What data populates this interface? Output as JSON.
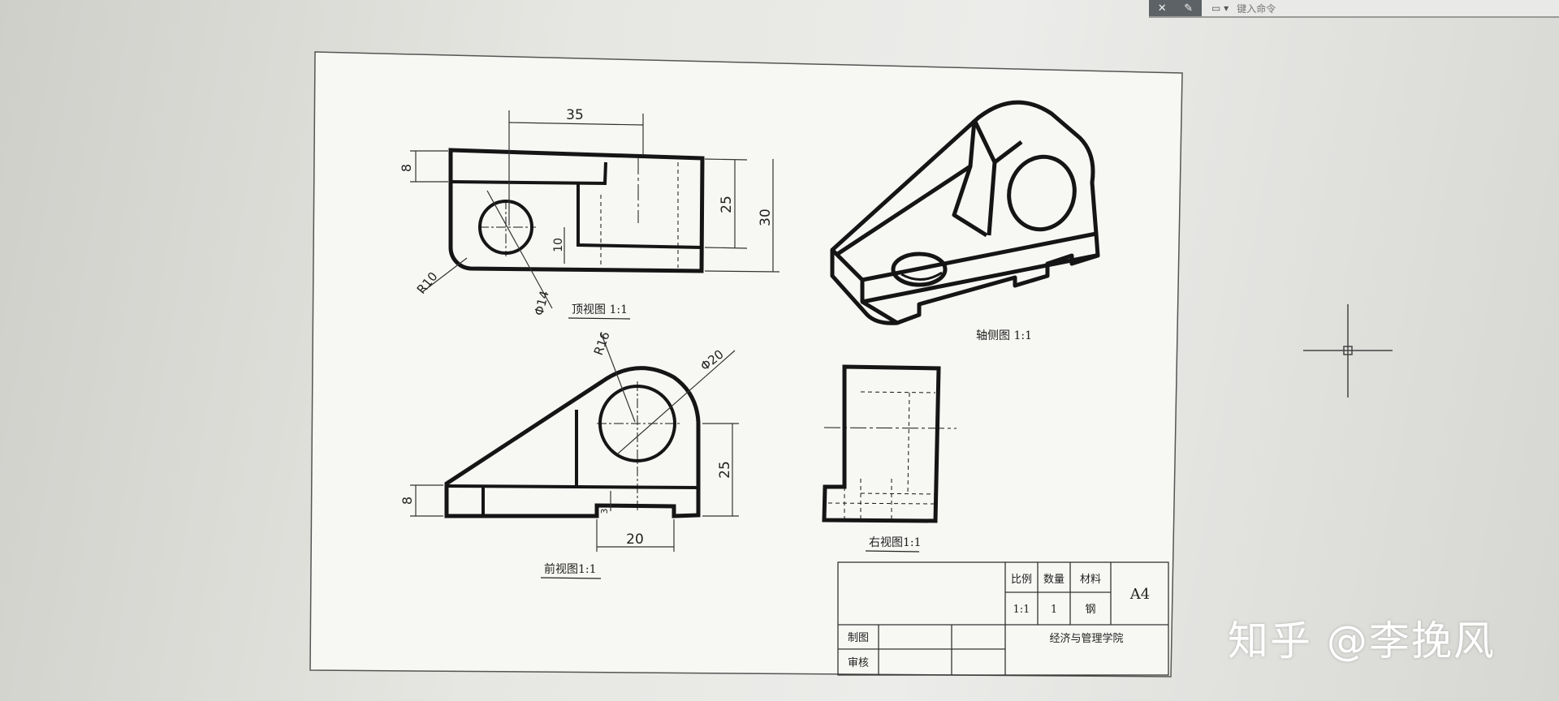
{
  "toolbar": {
    "icons": [
      "close-icon",
      "wrench-icon"
    ],
    "command_placeholder": "键入命令"
  },
  "dimensions": {
    "top_width": "35",
    "top_step": "8",
    "top_height_inner": "25",
    "top_height_outer": "30",
    "top_hole_offset": "10",
    "top_radius": "R10",
    "top_hole_dia": "Φ14",
    "front_radius": "R16",
    "front_hole_dia": "Φ20",
    "front_height": "25",
    "front_base": "8",
    "front_slot_depth": "3",
    "front_slot_width": "20"
  },
  "view_labels": {
    "top": "顶视图 1:1",
    "iso": "轴侧图 1:1",
    "front": "前视图1:1",
    "right": "右视图1:1"
  },
  "title_block": {
    "scale_header": "比例",
    "qty_header": "数量",
    "material_header": "材料",
    "scale_value": "1:1",
    "qty_value": "1",
    "material_value": "钢",
    "sheet_size": "A4",
    "drawn_by": "制图",
    "checked_by": "审核",
    "institution": "经济与管理学院"
  },
  "watermark": "知乎 @李挽风"
}
